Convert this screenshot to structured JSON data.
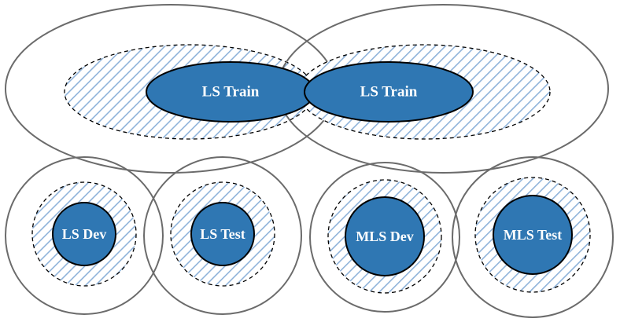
{
  "colors": {
    "core_fill": "#2f77b3",
    "hatch_stroke": "#8fb3da",
    "outer_stroke": "#6b6b6b",
    "background": "#ffffff"
  },
  "labels": {
    "ls_train_left": "LS Train",
    "ls_train_right": "LS Train",
    "ls_dev": "LS Dev",
    "ls_test": "LS Test",
    "mls_dev": "MLS Dev",
    "mls_test": "MLS Test"
  }
}
